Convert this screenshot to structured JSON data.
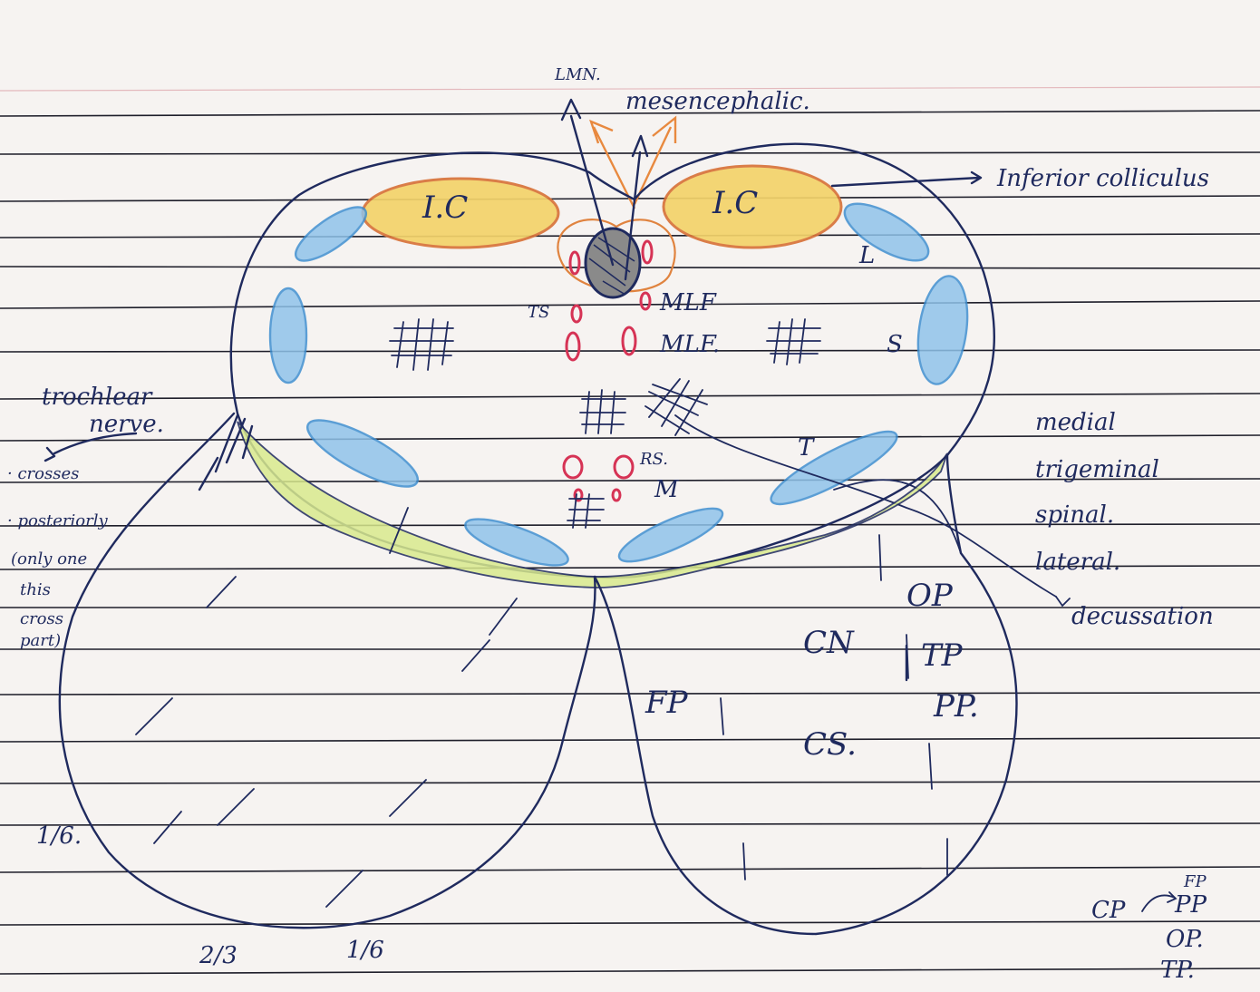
{
  "diagram": {
    "top_labels": {
      "lmn": "LMN.",
      "mesencephalic": "mesencephalic."
    },
    "colliculi": {
      "left": "I.C",
      "right": "I.C",
      "pointer_label": "Inferior colliculus"
    },
    "tegmentum_labels": {
      "l": "L",
      "s": "S",
      "t": "T",
      "ts": "TS",
      "mlf_top": "MLF",
      "mlf": "MLF.",
      "rs": "RS.",
      "m": "M"
    },
    "trochlear_note": {
      "title_line1": "trochlear",
      "title_line2": "nerve.",
      "points": [
        "· crosses",
        "· posteriorly"
      ],
      "aside_line1": "(only one",
      "aside_line2": "this",
      "aside_line3": "cross",
      "aside_line4": "part)"
    },
    "lemniscus_legend": [
      "medial",
      "trigeminal",
      "spinal.",
      "lateral."
    ],
    "decussation": "decussation",
    "peduncle_labels": {
      "op": "OP",
      "cn": "CN",
      "tp": "TP",
      "pp": "PP.",
      "fp": "FP",
      "cs": "CS."
    },
    "fractions": {
      "left_sixth": "1/6.",
      "two_thirds": "2/3",
      "right_sixth": "1/6"
    },
    "cp_legend": {
      "cp": "CP",
      "fp": "FP",
      "pp": "PP",
      "op": "OP.",
      "tp": "TP."
    },
    "colors": {
      "ink": "#1f2a5e",
      "colliculus_fill": "#f3d36a",
      "colliculus_outline": "#d8733a",
      "lemniscus_blue": "#5aa6dd",
      "nucleus_red": "#d63355",
      "substantia_green": "#c9e07a",
      "paper": "#f6f3f1"
    }
  }
}
